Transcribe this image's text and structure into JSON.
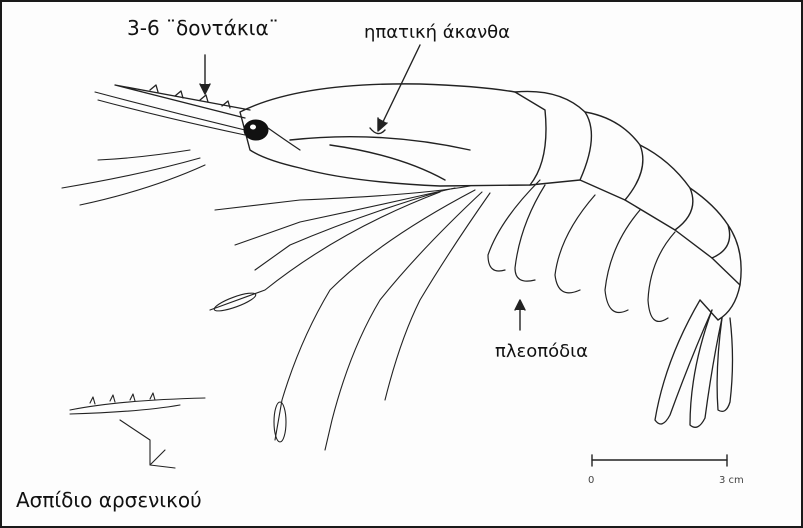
{
  "labels": {
    "rostrum_teeth": "3-6 ¨δοντάκια¨",
    "hepatic_spine": "ηπατική άκανθα",
    "pleopods": "πλεοπόδια",
    "male_petasma": "Ασπίδιο αρσενικού"
  },
  "scale_bar": {
    "start_label": "0",
    "end_label": "3 cm"
  },
  "colors": {
    "ink": "#222222",
    "background": "#fdfdfd",
    "border": "#1a1a1a"
  }
}
